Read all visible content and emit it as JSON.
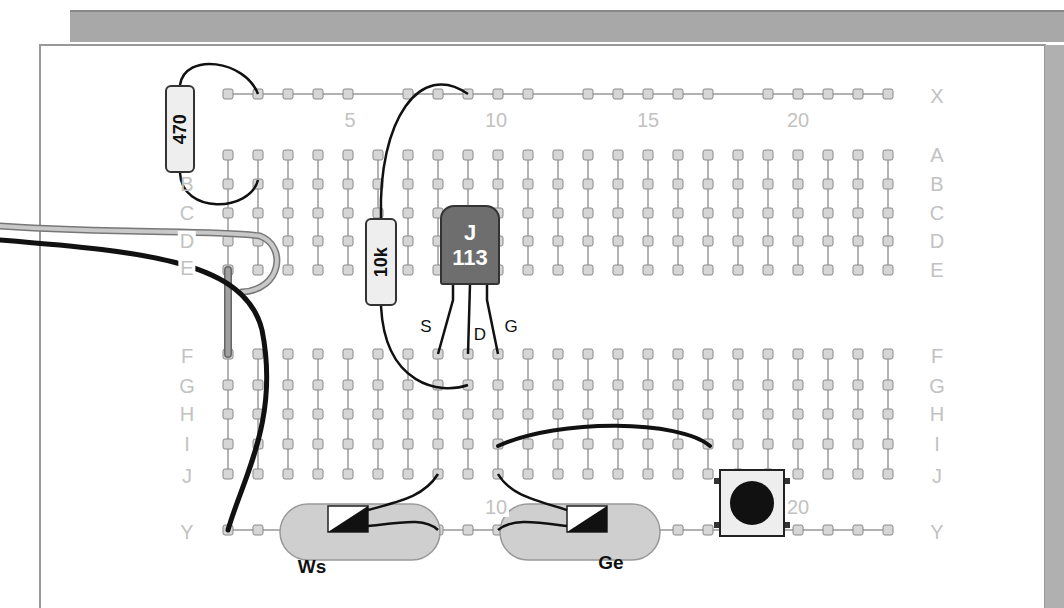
{
  "diagram": {
    "nodes": [
      {
        "text": [
          "470"
        ]
      },
      {
        "text": [
          "10k"
        ]
      },
      {
        "text": [
          "J",
          "113"
        ]
      }
    ],
    "labels": [
      "X",
      "5",
      "10",
      "15",
      "20",
      "A",
      "B",
      "C",
      "D",
      "E",
      "B",
      "C",
      "D",
      "E",
      "F",
      "G",
      "H",
      "I",
      "J",
      "F",
      "G",
      "H",
      "I",
      "J",
      "Y",
      "Y",
      "10",
      "20",
      "S",
      "D",
      "G",
      "Ws",
      "Ge"
    ]
  }
}
